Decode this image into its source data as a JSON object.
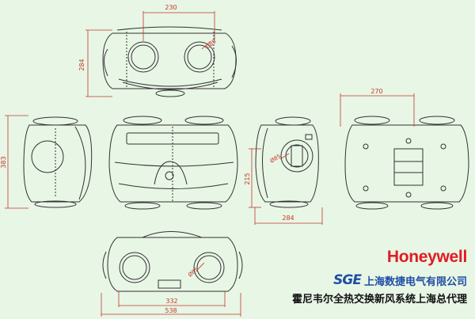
{
  "dimensions": {
    "top_width": "230",
    "top_height": "284",
    "side_height": "383",
    "right_depth": "215",
    "right_width": "284",
    "back_width": "270",
    "bottom_inner": "332",
    "bottom_total": "538",
    "port_a": "Ø85",
    "port_b": "Ø85",
    "port_c": "Ø85"
  },
  "branding": {
    "brand": "Honeywell",
    "logo": "SGE",
    "company": "上海数捷电气有限公司",
    "agent": "霍尼韦尔全热交换新风系统上海总代理"
  },
  "colors": {
    "background": "#e8f6e6",
    "line": "#333333",
    "dimension": "#c0392b",
    "brand_red": "#e11b22",
    "brand_blue": "#1f4ea3"
  }
}
